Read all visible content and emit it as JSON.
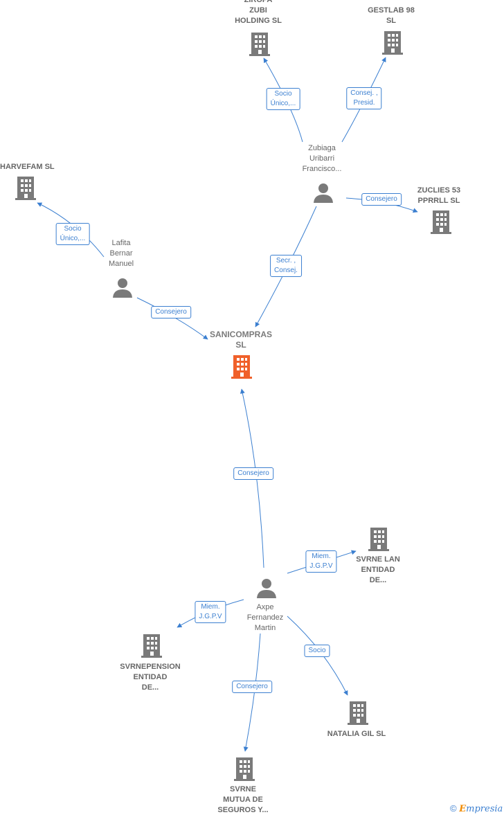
{
  "nodes": {
    "sanicompras": {
      "lines": [
        "SANICOMPRAS",
        "SL"
      ]
    },
    "ziropa": {
      "lines": [
        "ZIROPA",
        "ZUBI",
        "HOLDING  SL"
      ]
    },
    "gestlab": {
      "lines": [
        "GESTLAB 98",
        "SL"
      ]
    },
    "zubiaga": {
      "lines": [
        "Zubiaga",
        "Uribarri",
        "Francisco..."
      ]
    },
    "harvefam": {
      "lines": [
        "HARVEFAM SL"
      ]
    },
    "zuclies": {
      "lines": [
        "ZUCLIES 53",
        "PPRRLL  SL"
      ]
    },
    "lafita": {
      "lines": [
        "Lafita",
        "Bernar",
        "Manuel"
      ]
    },
    "axpe": {
      "lines": [
        "Axpe",
        "Fernandez",
        "Martin"
      ]
    },
    "svrne_lan": {
      "lines": [
        "SVRNE LAN",
        "ENTIDAD",
        "DE..."
      ]
    },
    "svrnepension": {
      "lines": [
        "SVRNEPENSION",
        "ENTIDAD",
        "DE..."
      ]
    },
    "natalia": {
      "lines": [
        "NATALIA GIL SL"
      ]
    },
    "svrne_mutua": {
      "lines": [
        "SVRNE",
        "MUTUA DE",
        "SEGUROS Y..."
      ]
    }
  },
  "edges": {
    "zubiaga_ziropa": {
      "lines": [
        "Socio",
        "Único,..."
      ]
    },
    "zubiaga_gestlab": {
      "lines": [
        "Consej. ,",
        "Presid."
      ]
    },
    "zubiaga_zuclies": {
      "lines": [
        "Consejero"
      ]
    },
    "zubiaga_sanicompras": {
      "lines": [
        "Secr. ,",
        "Consej."
      ]
    },
    "lafita_harvefam": {
      "lines": [
        "Socio",
        "Único,..."
      ]
    },
    "lafita_sanicompras": {
      "lines": [
        "Consejero"
      ]
    },
    "axpe_sanicompras": {
      "lines": [
        "Consejero"
      ]
    },
    "axpe_svrne_lan": {
      "lines": [
        "Miem.",
        "J.G.P.V"
      ]
    },
    "axpe_svrnepension": {
      "lines": [
        "Miem.",
        "J.G.P.V"
      ]
    },
    "axpe_natalia": {
      "lines": [
        "Socio"
      ]
    },
    "axpe_svrne_mutua": {
      "lines": [
        "Consejero"
      ]
    }
  },
  "footer": {
    "copyright": "©",
    "brand_initial": "E",
    "brand_rest": "mpresia"
  },
  "colors": {
    "edge": "#3b7fd0",
    "icon": "#7a7a7a",
    "main_icon": "#f0602a",
    "text": "#666666"
  },
  "icons": {
    "company": "building-icon",
    "person": "person-icon"
  }
}
